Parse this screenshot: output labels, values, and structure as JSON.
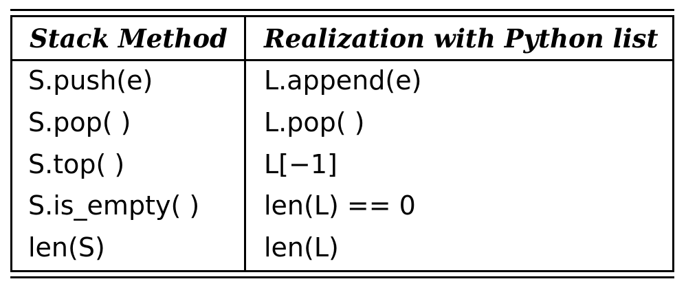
{
  "table": {
    "headers": [
      "Stack Method",
      "Realization with Python list"
    ],
    "rows": [
      [
        "S.push(e)",
        "L.append(e)"
      ],
      [
        "S.pop( )",
        "L.pop( )"
      ],
      [
        "S.top( )",
        "L[−1]"
      ],
      [
        "S.is_empty( )",
        "len(L) == 0"
      ],
      [
        "len(S)",
        "len(L)"
      ]
    ]
  }
}
